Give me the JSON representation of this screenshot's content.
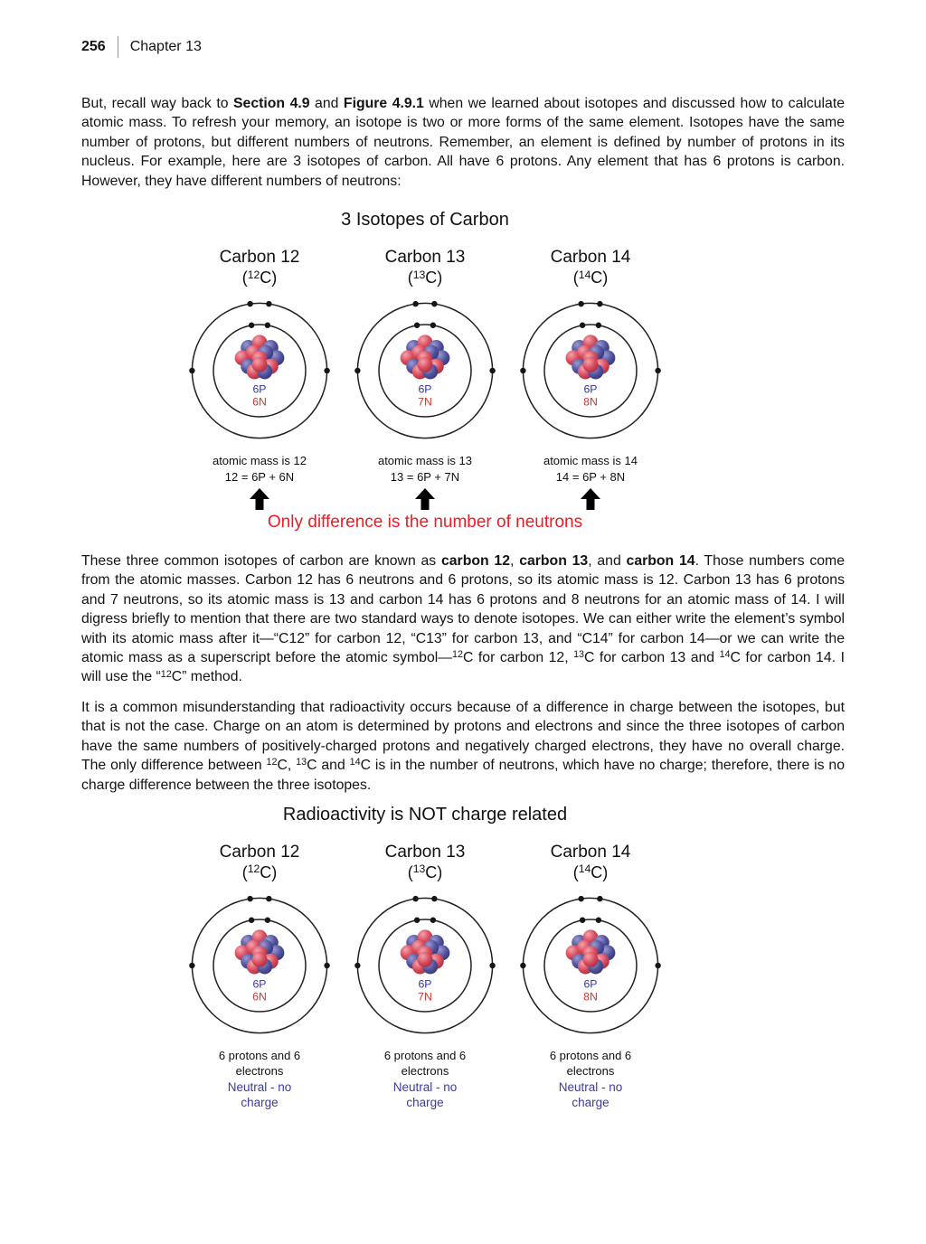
{
  "header": {
    "page_number": "256",
    "chapter": "Chapter 13"
  },
  "colors": {
    "proton-label": "#3434a6",
    "neutron-label": "#d63434",
    "accent-red": "#ec1c24",
    "neutral-label": "#3c3c9e"
  },
  "paragraph1": [
    {
      "text": "But, recall way back to "
    },
    {
      "text": "Section 4.9",
      "bold": true
    },
    {
      "text": " and "
    },
    {
      "text": "Figure 4.9.1",
      "bold": true
    },
    {
      "text": " when we learned about isotopes and discussed how to calculate atomic mass. To refresh your memory, an isotope is two or more forms of the same element. Isotopes have the same number of protons, but different numbers of neutrons. Remember, an element is defined by number of protons in its nucleus. For example, here are 3 isotopes of carbon. All have 6 protons. Any element that has 6 protons is carbon. However, they have different numbers of neutrons:"
    }
  ],
  "paragraph2": [
    {
      "text": "These three common isotopes of carbon are known as "
    },
    {
      "text": "carbon 12",
      "bold": true
    },
    {
      "text": ", "
    },
    {
      "text": "carbon 13",
      "bold": true
    },
    {
      "text": ", and "
    },
    {
      "text": "carbon 14",
      "bold": true
    },
    {
      "text": ". Those numbers come from the atomic masses. Carbon 12 has 6 neutrons and 6 protons, so its atomic mass is 12. Carbon 13 has 6 protons and 7 neutrons, so its atomic mass is 13 and carbon 14 has 6 protons and 8 neutrons for an atomic mass of 14. I will digress briefly to mention that there are two standard ways to denote isotopes. We can either write the element’s symbol with its atomic mass after it—“C12” for carbon 12, “C13” for carbon 13, and “C14” for carbon 14—or we can write the atomic mass as a superscript before the atomic symbol—"
    },
    {
      "text": "12",
      "sup": true
    },
    {
      "text": "C for carbon 12, "
    },
    {
      "text": "13",
      "sup": true
    },
    {
      "text": "C for carbon 13 and "
    },
    {
      "text": "14",
      "sup": true
    },
    {
      "text": "C for carbon 14. I will use the “"
    },
    {
      "text": "12",
      "sup": true
    },
    {
      "text": "C” method."
    }
  ],
  "paragraph3": [
    {
      "text": "It is a common misunderstanding that radioactivity occurs because of a difference in charge between the isotopes, but that is not the case. Charge on an atom is determined by protons and electrons and since the three isotopes of carbon have the same numbers of positively-charged protons and negatively charged electrons, they have no overall charge.  The only difference between "
    },
    {
      "text": "12",
      "sup": true
    },
    {
      "text": "C, "
    },
    {
      "text": "13",
      "sup": true
    },
    {
      "text": "C and "
    },
    {
      "text": "14",
      "sup": true
    },
    {
      "text": "C is in the number of neutrons, which have no charge; therefore, there is no charge difference between the three isotopes."
    }
  ],
  "figure1": {
    "title": "3 Isotopes of Carbon",
    "note": "Only difference is the number of neutrons",
    "atoms": [
      {
        "name": "Carbon 12",
        "symbol": [
          {
            "text": "("
          },
          {
            "text": "12",
            "sup": true
          },
          {
            "text": "C)"
          }
        ],
        "protons": "6P",
        "neutrons": "6N",
        "caption_line1": "atomic mass is 12",
        "caption_line2": "12 = 6P + 6N"
      },
      {
        "name": "Carbon 13",
        "symbol": [
          {
            "text": "("
          },
          {
            "text": "13",
            "sup": true
          },
          {
            "text": "C)"
          }
        ],
        "protons": "6P",
        "neutrons": "7N",
        "caption_line1": "atomic mass is 13",
        "caption_line2": "13 = 6P + 7N"
      },
      {
        "name": "Carbon 14",
        "symbol": [
          {
            "text": "("
          },
          {
            "text": "14",
            "sup": true
          },
          {
            "text": "C)"
          }
        ],
        "protons": "6P",
        "neutrons": "8N",
        "caption_line1": "atomic mass is 14",
        "caption_line2": "14 = 6P + 8N"
      }
    ]
  },
  "figure2": {
    "title": "Radioactivity is NOT charge related",
    "atoms": [
      {
        "name": "Carbon 12",
        "symbol": [
          {
            "text": "("
          },
          {
            "text": "12",
            "sup": true
          },
          {
            "text": "C)"
          }
        ],
        "protons": "6P",
        "neutrons": "6N",
        "caption_line1": "6 protons and 6",
        "caption_line2": "electrons",
        "caption_line3": "Neutral - no",
        "caption_line4": "charge"
      },
      {
        "name": "Carbon 13",
        "symbol": [
          {
            "text": "("
          },
          {
            "text": "13",
            "sup": true
          },
          {
            "text": "C)"
          }
        ],
        "protons": "6P",
        "neutrons": "7N",
        "caption_line1": "6 protons and 6",
        "caption_line2": "electrons",
        "caption_line3": "Neutral - no",
        "caption_line4": "charge"
      },
      {
        "name": "Carbon 14",
        "symbol": [
          {
            "text": "("
          },
          {
            "text": "14",
            "sup": true
          },
          {
            "text": "C)"
          }
        ],
        "protons": "6P",
        "neutrons": "8N",
        "caption_line1": "6 protons and 6",
        "caption_line2": "electrons",
        "caption_line3": "Neutral - no",
        "caption_line4": "charge"
      }
    ]
  }
}
